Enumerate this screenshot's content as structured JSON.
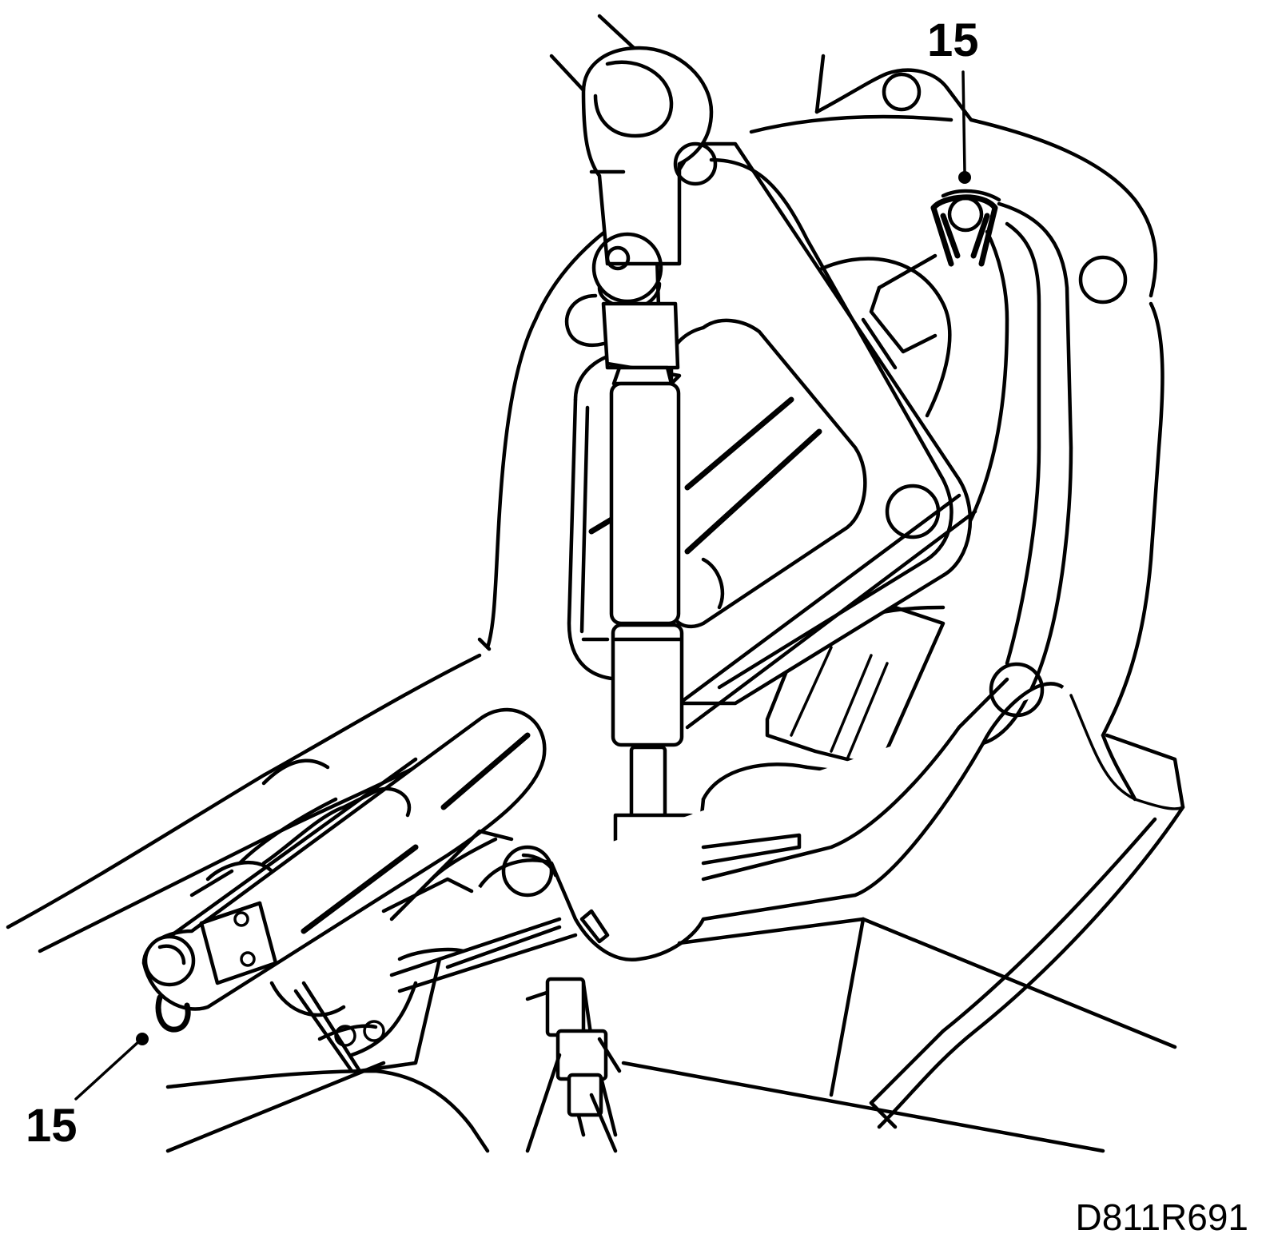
{
  "callouts": {
    "top_label": "15",
    "bottom_label": "15"
  },
  "drawing_code": "D811R691",
  "colors": {
    "line": "#000000",
    "background": "#ffffff"
  }
}
